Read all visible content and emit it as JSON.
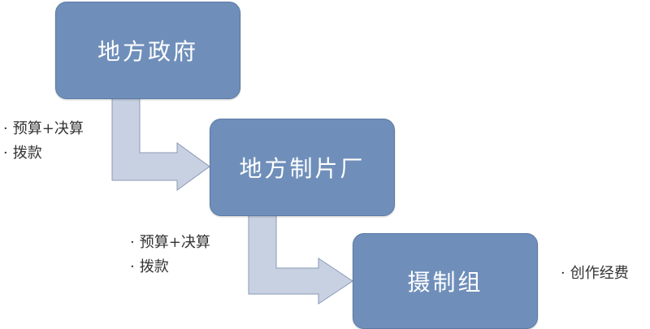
{
  "nodes": {
    "gov": "地方政府",
    "studio": "地方制片厂",
    "crew": "摄制组"
  },
  "notes": {
    "gov_to_studio": [
      "预算+决算",
      "拨款"
    ],
    "studio_to_crew": [
      "预算+决算",
      "拨款"
    ],
    "crew": [
      "创作经费"
    ]
  },
  "colors": {
    "box_fill": "#6f8fba",
    "arrow_fill": "#c8d1e2",
    "arrow_stroke": "#8a99b6"
  }
}
